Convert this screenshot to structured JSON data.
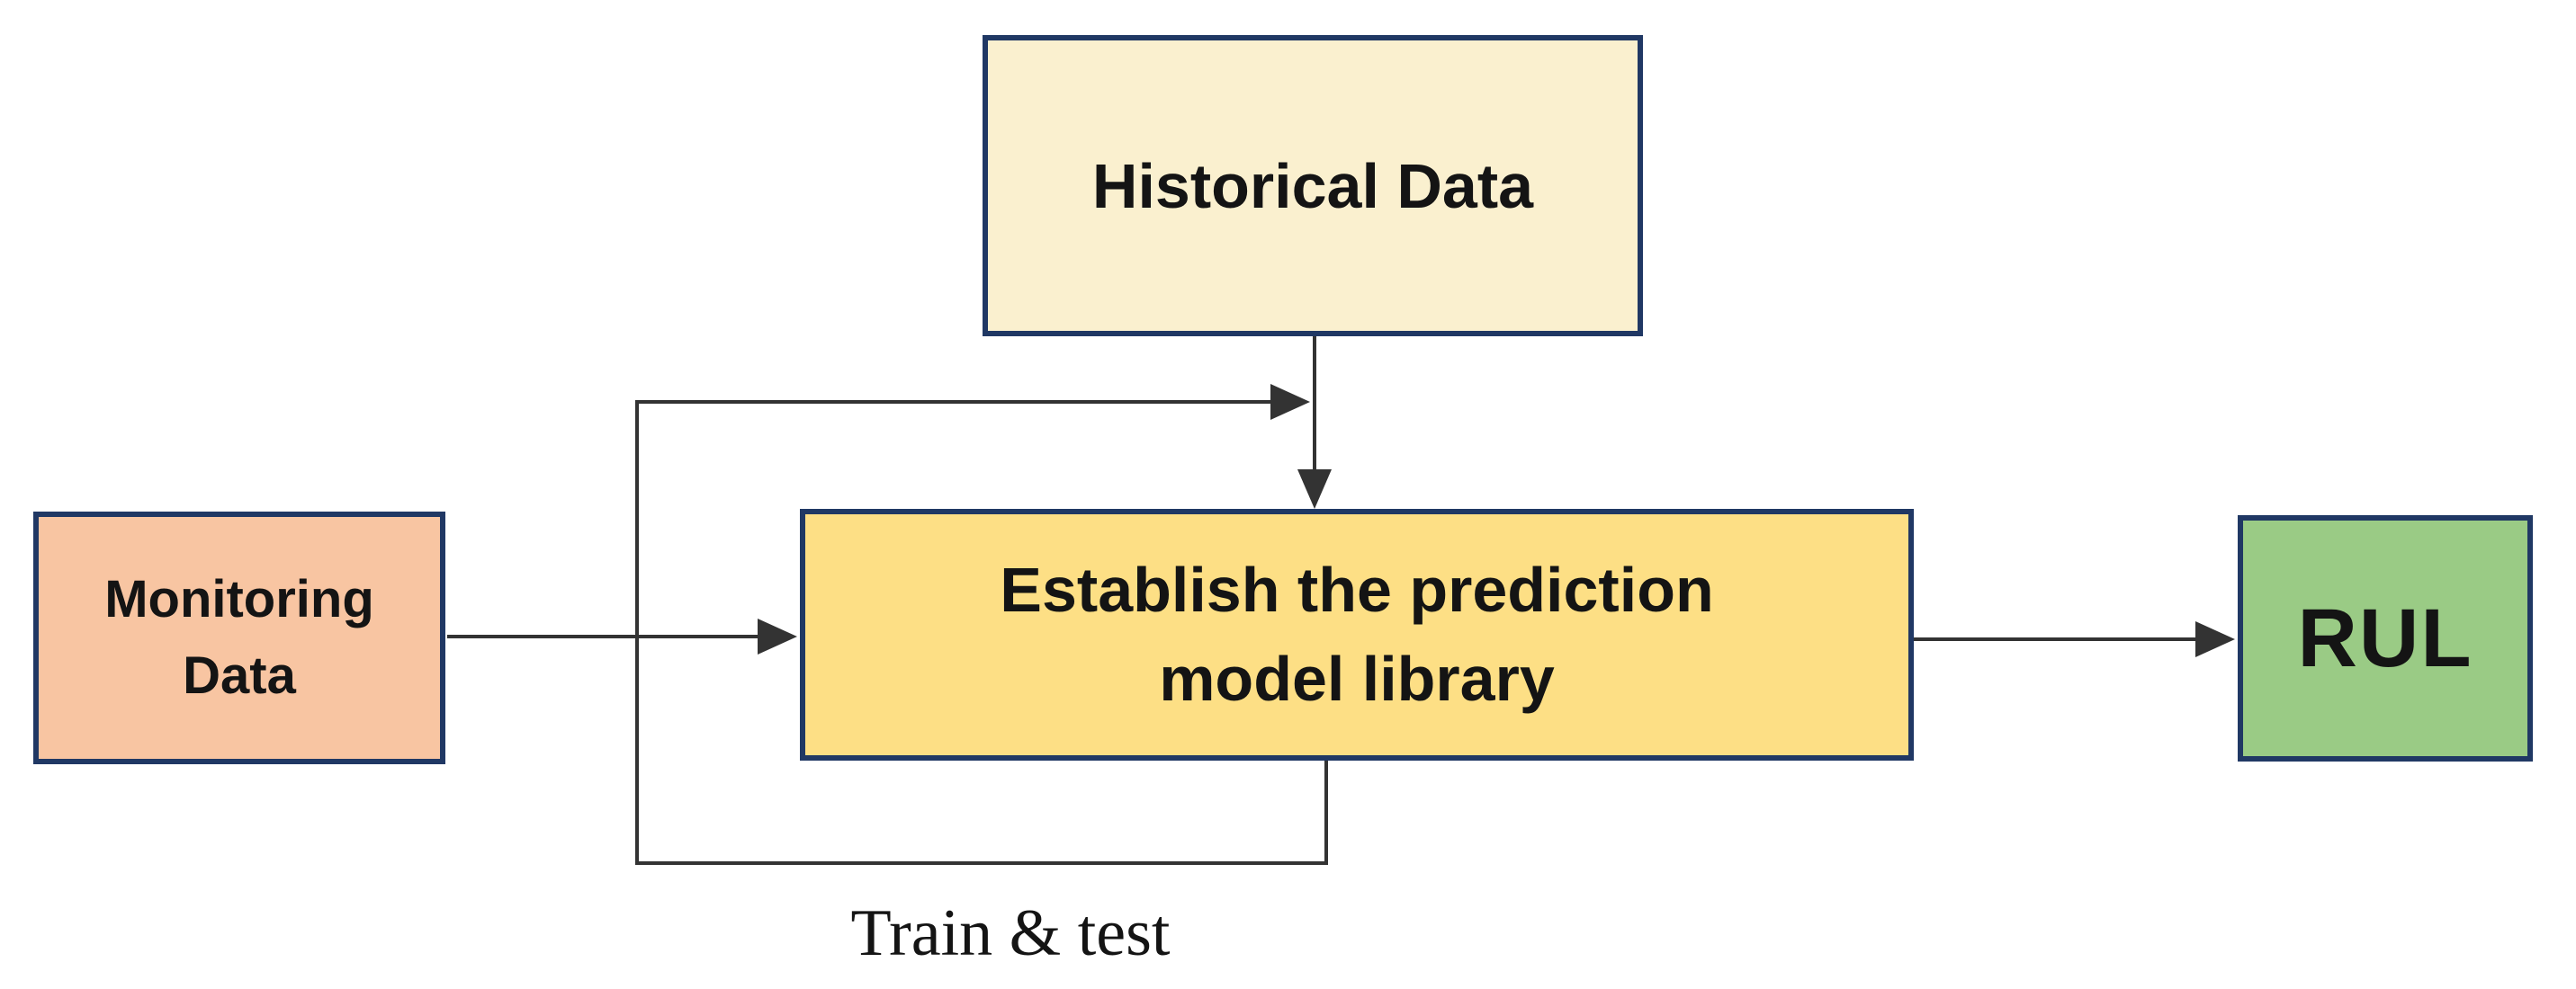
{
  "nodes": {
    "historical": {
      "label": "Historical Data"
    },
    "monitoring": {
      "label": "Monitoring\nData"
    },
    "central": {
      "label": "Establish the prediction\nmodel library"
    },
    "rul": {
      "label": "RUL"
    }
  },
  "annotation": {
    "label": "Train & test"
  },
  "colors": {
    "historical_fill": "#faf0cf",
    "monitoring_fill": "#f8c5a2",
    "central_fill": "#fddf85",
    "rul_fill": "#9acb85",
    "box_border": "#203864",
    "edge_line": "#333333",
    "text": "#141414",
    "background": "#ffffff"
  }
}
